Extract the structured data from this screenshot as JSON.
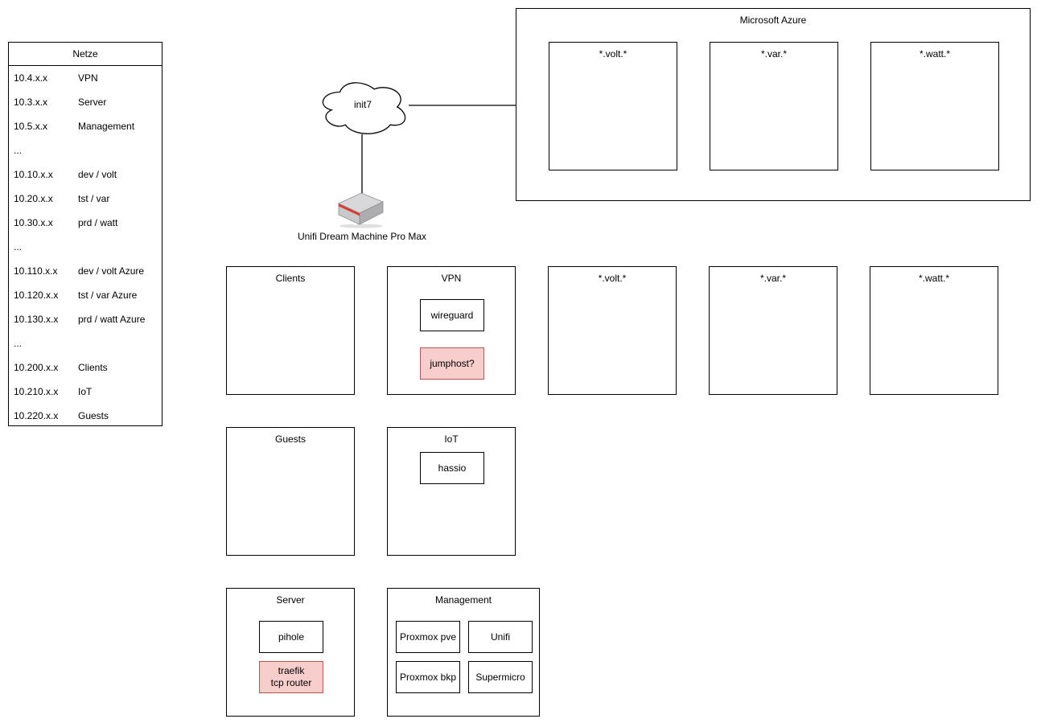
{
  "colors": {
    "highlight_fill": "#f8cecc",
    "highlight_border": "#b85450",
    "router_stripe": "#e2382e",
    "line": "#000000"
  },
  "netze": {
    "title": "Netze",
    "rows": [
      {
        "cidr": "10.4.x.x",
        "name": "VPN"
      },
      {
        "cidr": "10.3.x.x",
        "name": "Server"
      },
      {
        "cidr": "10.5.x.x",
        "name": "Management"
      },
      {
        "cidr": "...",
        "name": ""
      },
      {
        "cidr": "10.10.x.x",
        "name": "dev / volt"
      },
      {
        "cidr": "10.20.x.x",
        "name": "tst / var"
      },
      {
        "cidr": "10.30.x.x",
        "name": "prd / watt"
      },
      {
        "cidr": "...",
        "name": ""
      },
      {
        "cidr": "10.110.x.x",
        "name": "dev / volt Azure"
      },
      {
        "cidr": "10.120.x.x",
        "name": "tst / var Azure"
      },
      {
        "cidr": "10.130.x.x",
        "name": "prd / watt Azure"
      },
      {
        "cidr": "...",
        "name": ""
      },
      {
        "cidr": "10.200.x.x",
        "name": "Clients"
      },
      {
        "cidr": "10.210.x.x",
        "name": "IoT"
      },
      {
        "cidr": "10.220.x.x",
        "name": "Guests"
      }
    ]
  },
  "cloud": {
    "label": "init7"
  },
  "router": {
    "label": "Unifi Dream Machine Pro Max"
  },
  "azure": {
    "title": "Microsoft Azure",
    "subnets": [
      {
        "label": "*.volt.*"
      },
      {
        "label": "*.var.*"
      },
      {
        "label": "*.watt.*"
      }
    ]
  },
  "networks": {
    "clients": {
      "title": "Clients"
    },
    "vpn": {
      "title": "VPN",
      "nodes": [
        {
          "label": "wireguard"
        },
        {
          "label": "jumphost?"
        }
      ]
    },
    "volt": {
      "title": "*.volt.*"
    },
    "var": {
      "title": "*.var.*"
    },
    "watt": {
      "title": "*.watt.*"
    },
    "guests": {
      "title": "Guests"
    },
    "iot": {
      "title": "IoT",
      "nodes": [
        {
          "label": "hassio"
        }
      ]
    },
    "server": {
      "title": "Server",
      "nodes": [
        {
          "label": "pihole"
        },
        {
          "label": "traefik\ntcp router"
        }
      ]
    },
    "management": {
      "title": "Management",
      "nodes": [
        {
          "label": "Proxmox pve"
        },
        {
          "label": "Unifi"
        },
        {
          "label": "Proxmox bkp"
        },
        {
          "label": "Supermicro"
        }
      ]
    }
  }
}
